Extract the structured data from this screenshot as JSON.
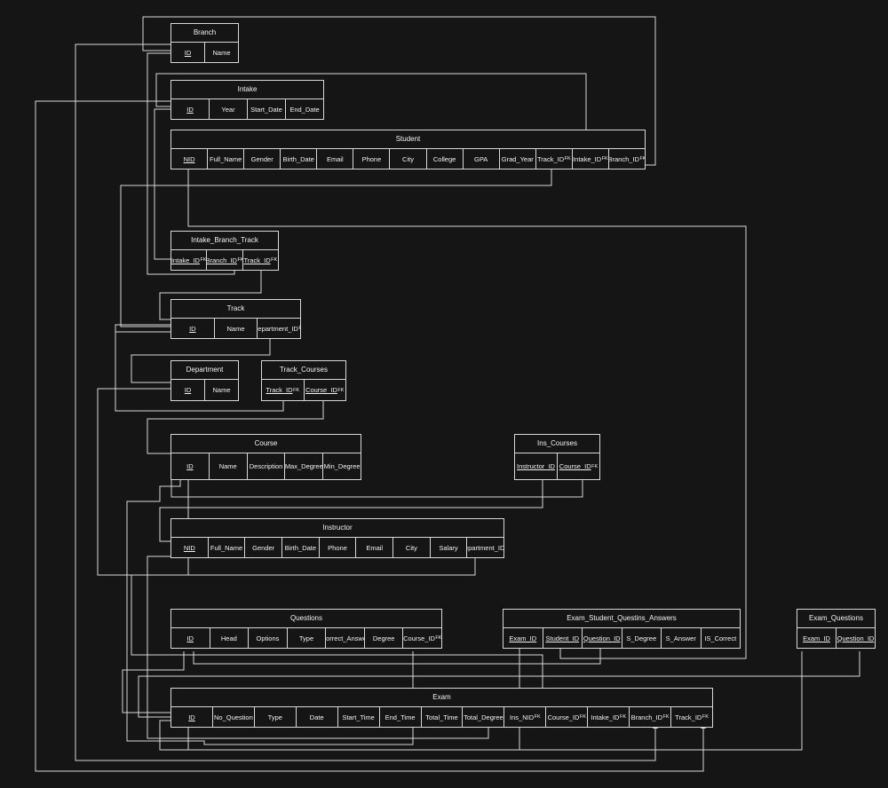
{
  "tables": [
    {
      "id": "branch",
      "title": "Branch",
      "fields": [
        {
          "name": "ID",
          "pk": true
        },
        {
          "name": "Name"
        }
      ]
    },
    {
      "id": "intake",
      "title": "Intake",
      "fields": [
        {
          "name": "ID",
          "pk": true
        },
        {
          "name": "Year"
        },
        {
          "name": "Start_Date"
        },
        {
          "name": "End_Date"
        }
      ]
    },
    {
      "id": "student",
      "title": "Student",
      "fields": [
        {
          "name": "NID",
          "pk": true
        },
        {
          "name": "Full_Name"
        },
        {
          "name": "Gender"
        },
        {
          "name": "Birth_Date"
        },
        {
          "name": "Email"
        },
        {
          "name": "Phone"
        },
        {
          "name": "City"
        },
        {
          "name": "College"
        },
        {
          "name": "GPA"
        },
        {
          "name": "Grad_Year"
        },
        {
          "name": "Track_ID",
          "fk": true
        },
        {
          "name": "Intake_ID",
          "fk": true
        },
        {
          "name": "Branch_ID",
          "fk": true
        }
      ]
    },
    {
      "id": "intake-branch-track",
      "title": "Intake_Branch_Track",
      "fields": [
        {
          "name": "Intake_ID",
          "fk": true,
          "pk": true
        },
        {
          "name": "Branch_ID",
          "fk": true,
          "pk": true
        },
        {
          "name": "Track_ID",
          "fk": true,
          "pk": true
        }
      ]
    },
    {
      "id": "track",
      "title": "Track",
      "fields": [
        {
          "name": "ID",
          "pk": true
        },
        {
          "name": "Name"
        },
        {
          "name": "Department_ID",
          "fk": true
        }
      ]
    },
    {
      "id": "department",
      "title": "Department",
      "fields": [
        {
          "name": "ID",
          "pk": true
        },
        {
          "name": "Name"
        }
      ]
    },
    {
      "id": "track-courses",
      "title": "Track_Courses",
      "fields": [
        {
          "name": "Track_ID",
          "fk": true,
          "pk": true
        },
        {
          "name": "Course_ID",
          "fk": true,
          "pk": true
        }
      ]
    },
    {
      "id": "course",
      "title": "Course",
      "fields": [
        {
          "name": "ID",
          "pk": true
        },
        {
          "name": "Name"
        },
        {
          "name": "Description"
        },
        {
          "name": "Max_Degree"
        },
        {
          "name": "Min_Degree"
        }
      ]
    },
    {
      "id": "ins-courses",
      "title": "Ins_Courses",
      "fields": [
        {
          "name": "Instructor_ID",
          "pk": true
        },
        {
          "name": "Course_ID",
          "fk": true,
          "pk": true
        }
      ]
    },
    {
      "id": "instructor",
      "title": "Instructor",
      "fields": [
        {
          "name": "NID",
          "pk": true
        },
        {
          "name": "Full_Name"
        },
        {
          "name": "Gender"
        },
        {
          "name": "Birth_Date"
        },
        {
          "name": "Phone"
        },
        {
          "name": "Email"
        },
        {
          "name": "City"
        },
        {
          "name": "Salary"
        },
        {
          "name": "Department_ID",
          "fk": true
        }
      ]
    },
    {
      "id": "questions",
      "title": "Questions",
      "fields": [
        {
          "name": "ID",
          "pk": true
        },
        {
          "name": "Head"
        },
        {
          "name": "Options"
        },
        {
          "name": "Type"
        },
        {
          "name": "Correct_Answer"
        },
        {
          "name": "Degree"
        },
        {
          "name": "Course_ID",
          "fk": true
        }
      ]
    },
    {
      "id": "exam-student-answers",
      "title": "Exam_Student_Questins_Answers",
      "fields": [
        {
          "name": "Exam_ID",
          "pk": true
        },
        {
          "name": "Student_ID",
          "pk": true
        },
        {
          "name": "Question_ID",
          "pk": true
        },
        {
          "name": "S_Degree"
        },
        {
          "name": "S_Answer"
        },
        {
          "name": "IS_Correct"
        }
      ]
    },
    {
      "id": "exam-questions",
      "title": "Exam_Questions",
      "fields": [
        {
          "name": "Exam_ID",
          "pk": true
        },
        {
          "name": "Question_ID",
          "pk": true
        }
      ]
    },
    {
      "id": "exam",
      "title": "Exam",
      "fields": [
        {
          "name": "ID",
          "pk": true
        },
        {
          "name": "No_Question"
        },
        {
          "name": "Type"
        },
        {
          "name": "Date"
        },
        {
          "name": "Start_Time"
        },
        {
          "name": "End_Time"
        },
        {
          "name": "Total_Time"
        },
        {
          "name": "Total_Degree"
        },
        {
          "name": "Ins_NID",
          "fk": true
        },
        {
          "name": "Course_ID",
          "fk": true
        },
        {
          "name": "Intake_ID",
          "fk": true
        },
        {
          "name": "Branch_ID",
          "fk": true
        },
        {
          "name": "Track_ID",
          "fk": true
        }
      ]
    }
  ],
  "fk_subscript": "FK",
  "colors": {
    "background": "#151515",
    "line": "#d8d8d8",
    "text": "#f2f2f2"
  }
}
